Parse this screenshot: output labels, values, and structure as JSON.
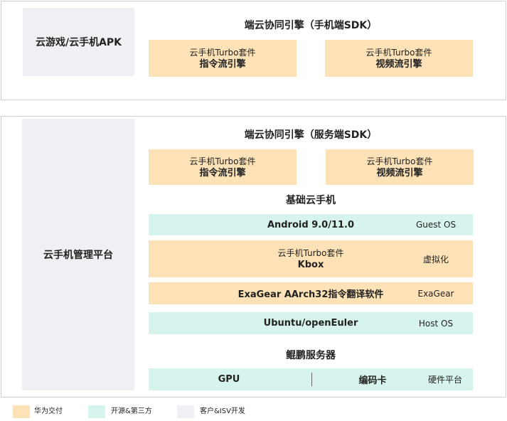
{
  "top_section": {
    "client_app": "云游戏/云手机APK",
    "sdk_title": "端云协同引擎（手机端SDK）",
    "engine_left": {
      "line1": "云手机Turbo套件",
      "line2": "指令流引擎"
    },
    "engine_right": {
      "line1": "云手机Turbo套件",
      "line2": "视频流引擎"
    }
  },
  "bottom_section": {
    "platform": "云手机管理平台",
    "sdk_title": "端云协同引擎（服务端SDK）",
    "engine_left": {
      "line1": "云手机Turbo套件",
      "line2": "指令流引擎"
    },
    "engine_right": {
      "line1": "云手机Turbo套件",
      "line2": "视频流引擎"
    },
    "base_title": "基础云手机",
    "layers": [
      {
        "main": "Android 9.0/11.0",
        "side": "Guest OS"
      },
      {
        "line1": "云手机Turbo套件",
        "line2": "Kbox",
        "side": "虚拟化"
      },
      {
        "main": "ExaGear AArch32指令翻译软件",
        "side": "ExaGear"
      },
      {
        "main": "Ubuntu/openEuler",
        "side": "Host OS"
      }
    ],
    "server_title": "鲲鹏服务器",
    "hardware": {
      "left": "GPU",
      "right": "编码卡",
      "side": "硬件平台"
    }
  },
  "legend": [
    {
      "label": "华为交付",
      "color": "#fde2b8"
    },
    {
      "label": "开源&第三方",
      "color": "#d7f3ee"
    },
    {
      "label": "客户&ISV开发",
      "color": "#f0f0f4"
    }
  ]
}
